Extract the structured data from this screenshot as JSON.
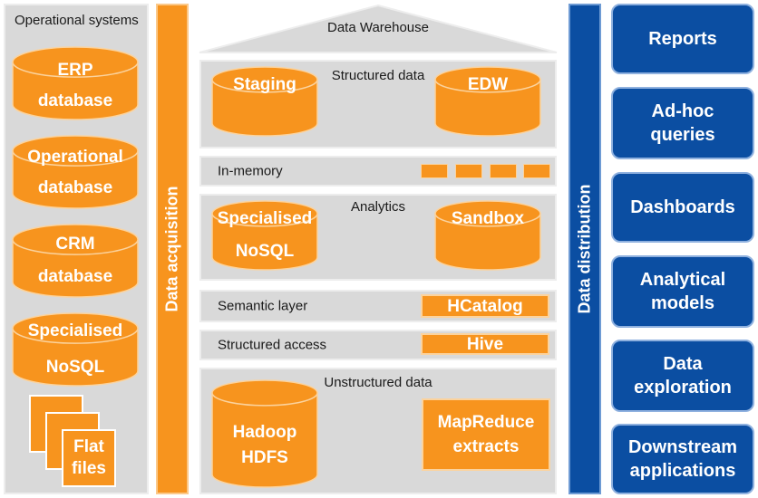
{
  "operational": {
    "title": "Operational systems",
    "erp": [
      "ERP",
      "database"
    ],
    "operational_db": [
      "Operational",
      "database"
    ],
    "crm": [
      "CRM",
      "database"
    ],
    "nosql": [
      "Specialised",
      "NoSQL"
    ],
    "flat": [
      "Flat",
      "files"
    ]
  },
  "acquisition": {
    "label": "Data acquisition"
  },
  "warehouse": {
    "title": "Data Warehouse",
    "structured": {
      "title": "Structured data",
      "staging": "Staging",
      "edw": "EDW"
    },
    "inmemory": {
      "label": "In-memory"
    },
    "analytics": {
      "title": "Analytics",
      "nosql": [
        "Specialised",
        "NoSQL"
      ],
      "sandbox": "Sandbox"
    },
    "semantic": {
      "label": "Semantic layer",
      "tool": "HCatalog"
    },
    "access": {
      "label": "Structured access",
      "tool": "Hive"
    },
    "unstructured": {
      "title": "Unstructured data",
      "hadoop": [
        "Hadoop",
        "HDFS"
      ],
      "mapreduce": [
        "MapReduce",
        "extracts"
      ]
    }
  },
  "distribution": {
    "label": "Data distribution"
  },
  "outputs": [
    [
      "Reports"
    ],
    [
      "Ad-hoc",
      "queries"
    ],
    [
      "Dashboards"
    ],
    [
      "Analytical",
      "models"
    ],
    [
      "Data",
      "exploration"
    ],
    [
      "Downstream",
      "applications"
    ]
  ],
  "colors": {
    "orange": "#f7941e",
    "blue": "#0b4ea2",
    "panel": "#d9d9d9"
  }
}
